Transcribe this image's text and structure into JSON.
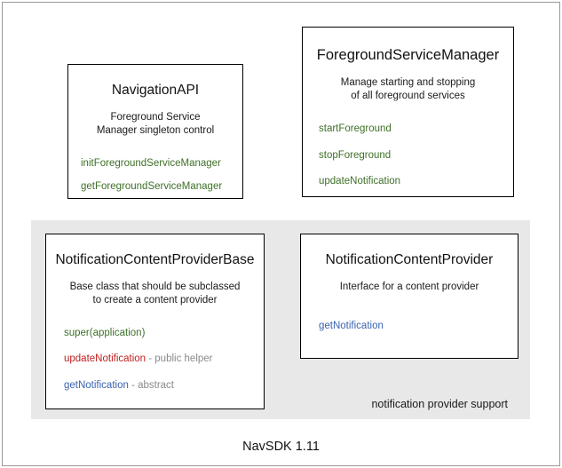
{
  "diagram": {
    "footer_label": "NavSDK 1.11",
    "group_panel": {
      "caption": "notification provider support"
    },
    "colors": {
      "method_green": "#3f7029",
      "method_red": "#c02020",
      "method_blue": "#3a63b0",
      "annotation_gray": "#8a8a8a",
      "panel_gray": "#e8e8e8",
      "box_border": "#000000"
    },
    "boxes": [
      {
        "id": "navigation-api",
        "title": "NavigationAPI",
        "description_line1": "Foreground Service",
        "description_line2": "Manager singleton control",
        "members": [
          {
            "name": "initForegroundServiceManager",
            "note": "",
            "color": "green"
          },
          {
            "name": "getForegroundServiceManager",
            "note": "",
            "color": "green"
          }
        ]
      },
      {
        "id": "foreground-service-manager",
        "title": "ForegroundServiceManager",
        "description_line1": "Manage starting and stopping",
        "description_line2": "of all foreground services",
        "members": [
          {
            "name": "startForeground",
            "note": "",
            "color": "green"
          },
          {
            "name": "stopForeground",
            "note": "",
            "color": "green"
          },
          {
            "name": "updateNotification",
            "note": "",
            "color": "green"
          }
        ]
      },
      {
        "id": "notification-content-provider-base",
        "title": "NotificationContentProviderBase",
        "description_line1": "Base class that should be subclassed",
        "description_line2": "to create a content provider",
        "members": [
          {
            "name": "super(application)",
            "note": "",
            "color": "green"
          },
          {
            "name": "updateNotification",
            "note": " - public helper",
            "color": "red"
          },
          {
            "name": "getNotification",
            "note": " - abstract",
            "color": "blue"
          }
        ]
      },
      {
        "id": "notification-content-provider",
        "title": "NotificationContentProvider",
        "description_line1": "Interface for a content provider",
        "description_line2": "",
        "members": [
          {
            "name": "getNotification",
            "note": "",
            "color": "blue"
          }
        ]
      }
    ]
  }
}
